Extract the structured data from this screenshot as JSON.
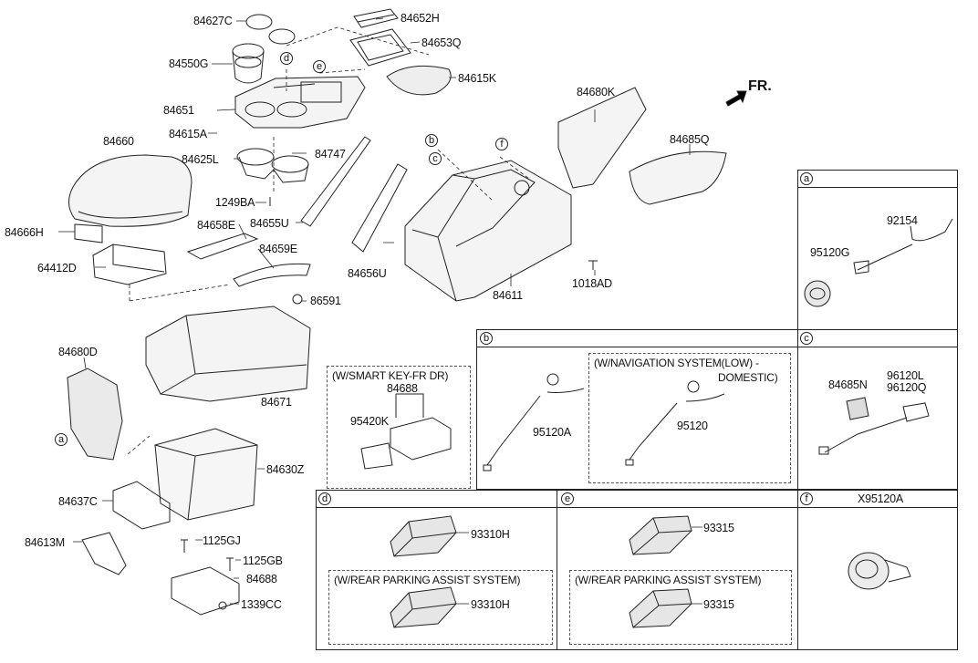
{
  "direction_label": "FR.",
  "part_labels": {
    "p84627C": "84627C",
    "p84652H": "84652H",
    "p84653Q": "84653Q",
    "p84550G": "84550G",
    "p84615K": "84615K",
    "p84651": "84651",
    "p84615A": "84615A",
    "p84660": "84660",
    "p84747": "84747",
    "p84625L": "84625L",
    "p1249BA": "1249BA",
    "p84655U": "84655U",
    "p84666H": "84666H",
    "p84658E": "84658E",
    "p84659E": "84659E",
    "p64412D": "64412D",
    "p86591": "86591",
    "p84680D": "84680D",
    "p84671": "84671",
    "p84630Z": "84630Z",
    "p84637C": "84637C",
    "p84613M": "84613M",
    "p1125GJ": "1125GJ",
    "p1125GB": "1125GB",
    "p84688b": "84688",
    "p1339CC": "1339CC",
    "p84680K": "84680K",
    "p84685Q": "84685Q",
    "p84656U": "84656U",
    "p84611": "84611",
    "p1018AD": "1018AD"
  },
  "callouts": {
    "d": "d",
    "e": "e",
    "b": "b",
    "c": "c",
    "f": "f",
    "a": "a"
  },
  "smart_key": {
    "title": "(W/SMART KEY-FR DR)",
    "p84688": "84688",
    "p95420K": "95420K"
  },
  "panel_a": {
    "letter": "a",
    "p92154": "92154",
    "p95120G": "95120G"
  },
  "panel_b": {
    "letter": "b",
    "p95120A": "95120A",
    "nav_title_1": "(W/NAVIGATION SYSTEM(LOW) -",
    "nav_title_2": "DOMESTIC)",
    "p95120": "95120"
  },
  "panel_c": {
    "letter": "c",
    "p84685N": "84685N",
    "p96120L": "96120L",
    "p96120Q": "96120Q"
  },
  "panel_d": {
    "letter": "d",
    "p93310H": "93310H",
    "rpa_title": "(W/REAR PARKING ASSIST SYSTEM)",
    "p93310H_2": "93310H"
  },
  "panel_e": {
    "letter": "e",
    "p93315": "93315",
    "rpa_title": "(W/REAR PARKING ASSIST SYSTEM)",
    "p93315_2": "93315"
  },
  "panel_f": {
    "letter": "f",
    "title": "X95120A"
  }
}
